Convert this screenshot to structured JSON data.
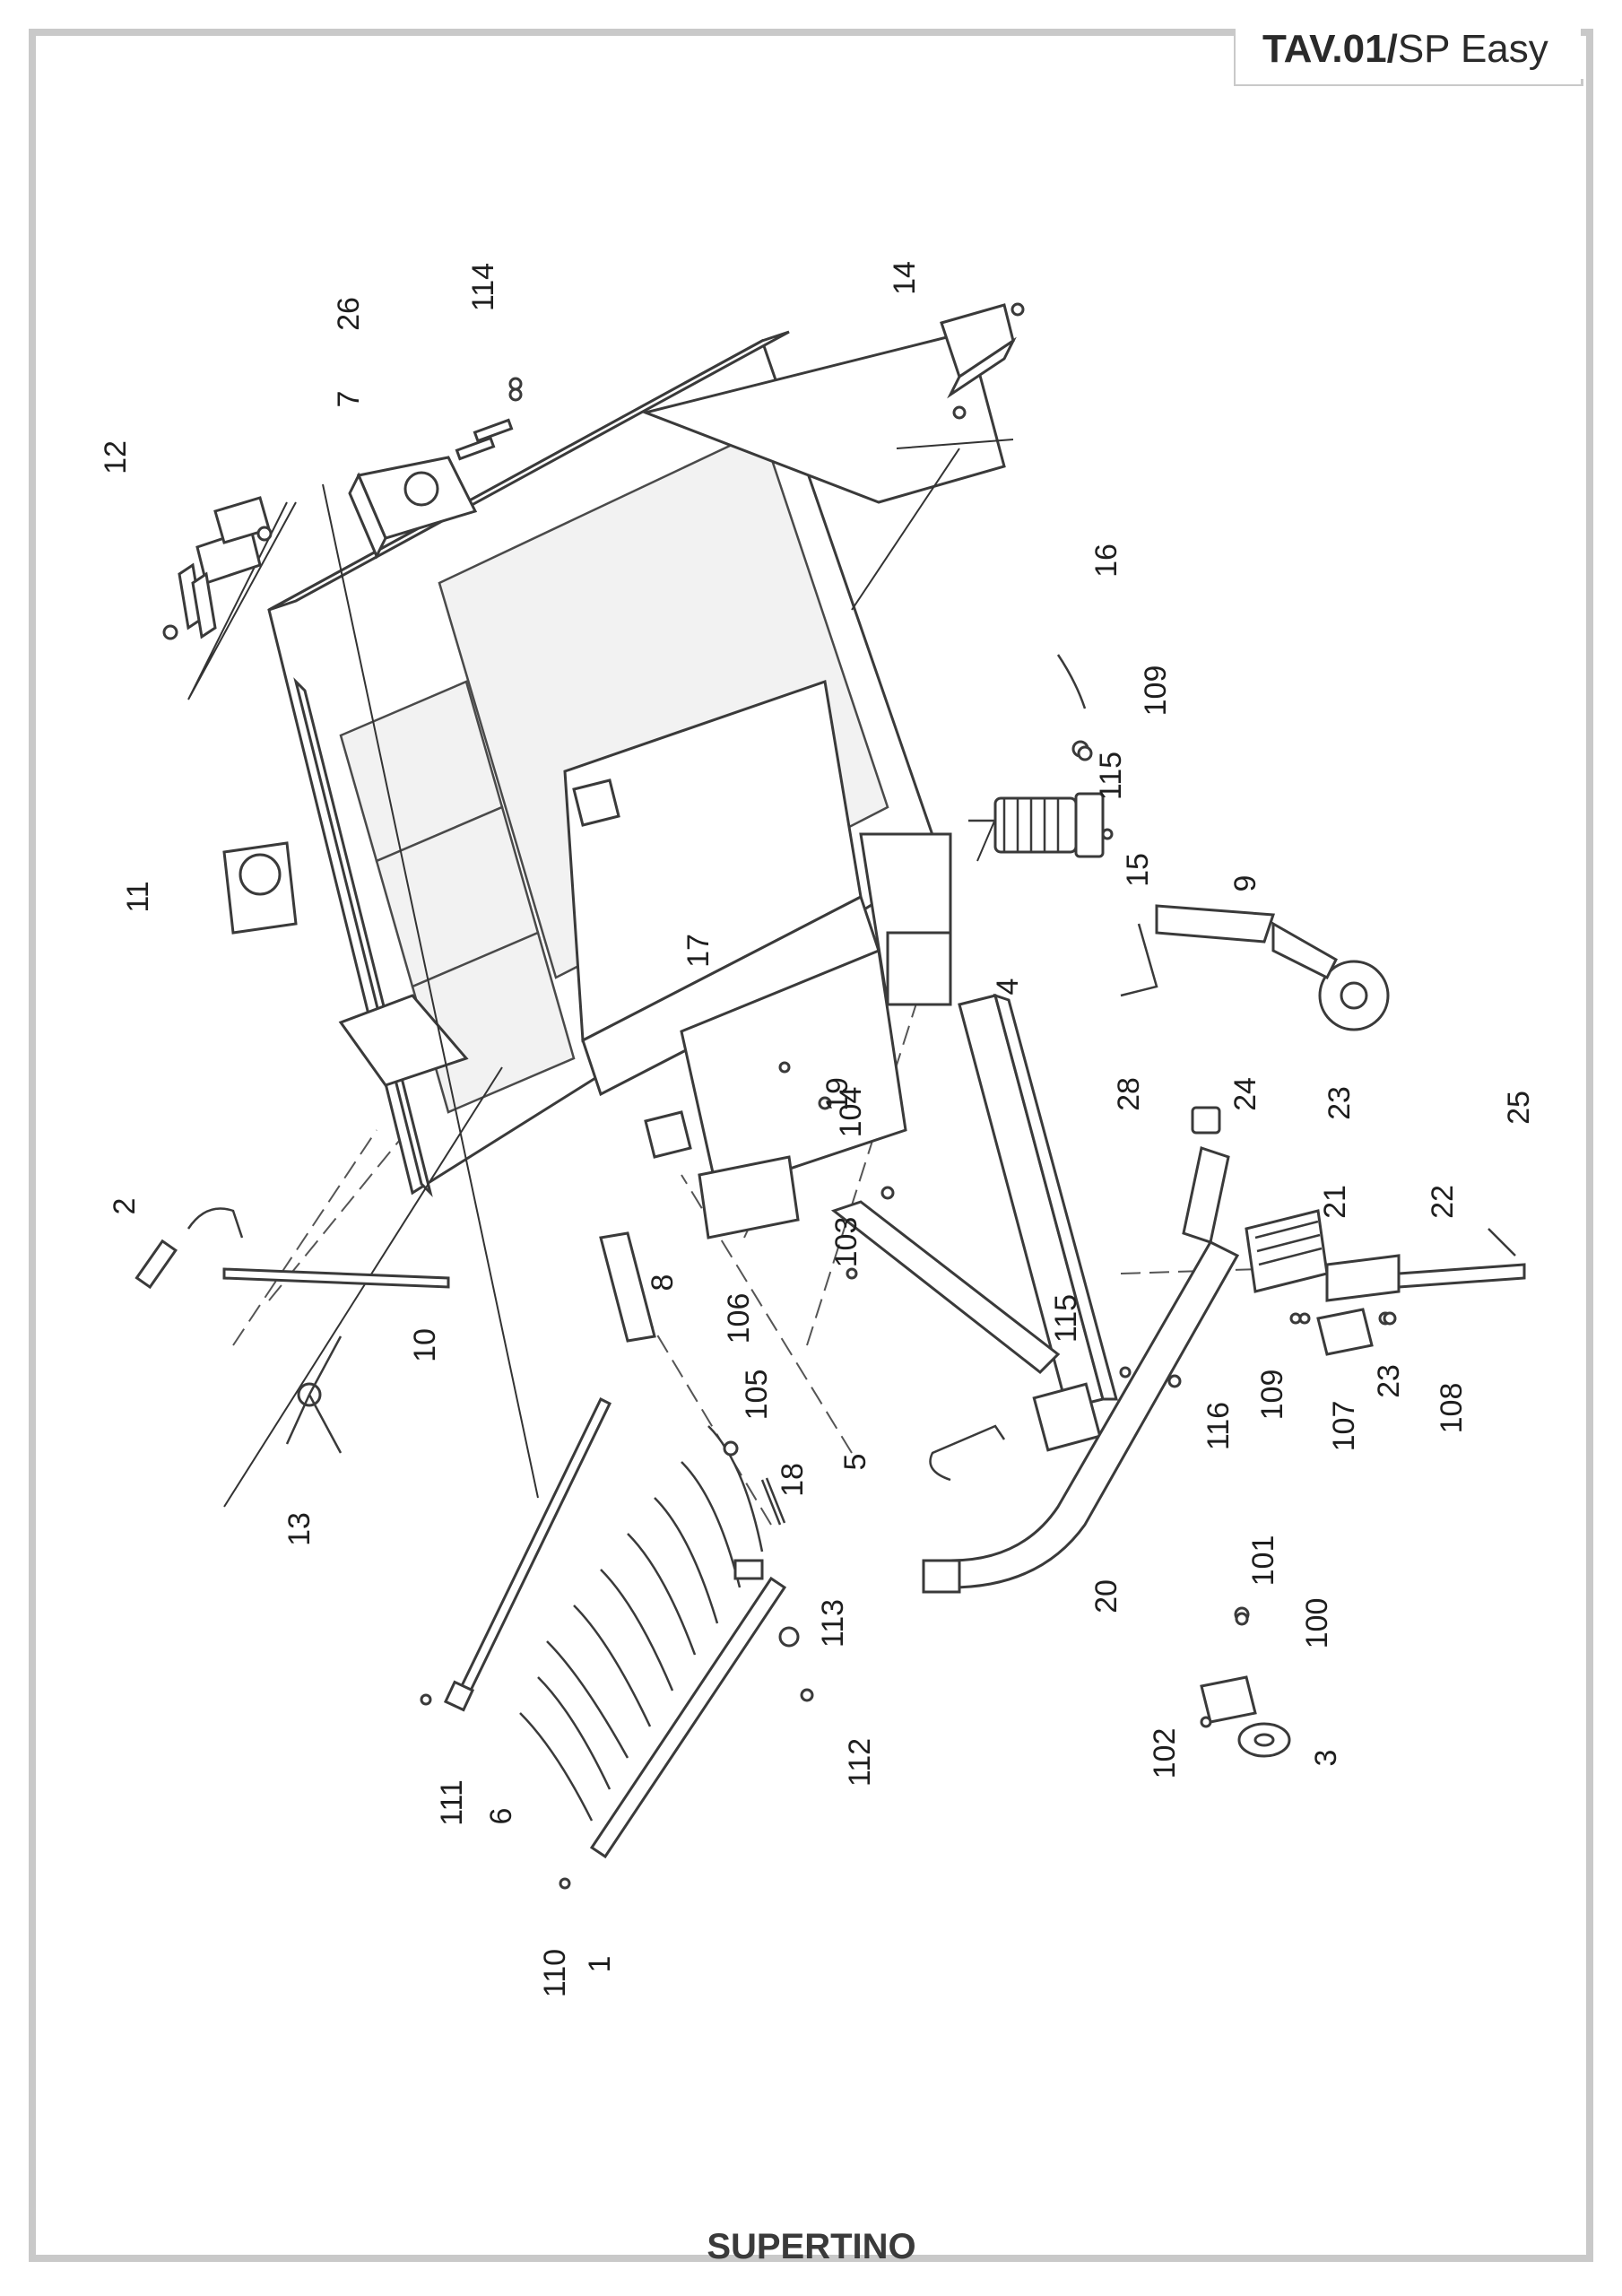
{
  "title": {
    "code": "TAV.01/",
    "model": "SP Easy"
  },
  "brand": {
    "name": "SUPERTINO"
  },
  "callouts": [
    "1",
    "2",
    "3",
    "4",
    "5",
    "6",
    "7",
    "8",
    "9",
    "10",
    "11",
    "12",
    "13",
    "14",
    "15",
    "16",
    "17",
    "18",
    "19",
    "20",
    "21",
    "22",
    "23",
    "23",
    "24",
    "25",
    "26",
    "28",
    "100",
    "101",
    "102",
    "103",
    "104",
    "105",
    "106",
    "107",
    "108",
    "109",
    "109",
    "110",
    "111",
    "112",
    "113",
    "114",
    "115",
    "115",
    "116"
  ],
  "colors": {
    "frame": "#c9c9c9",
    "ink": "#3a3a3a",
    "background": "#ffffff"
  }
}
